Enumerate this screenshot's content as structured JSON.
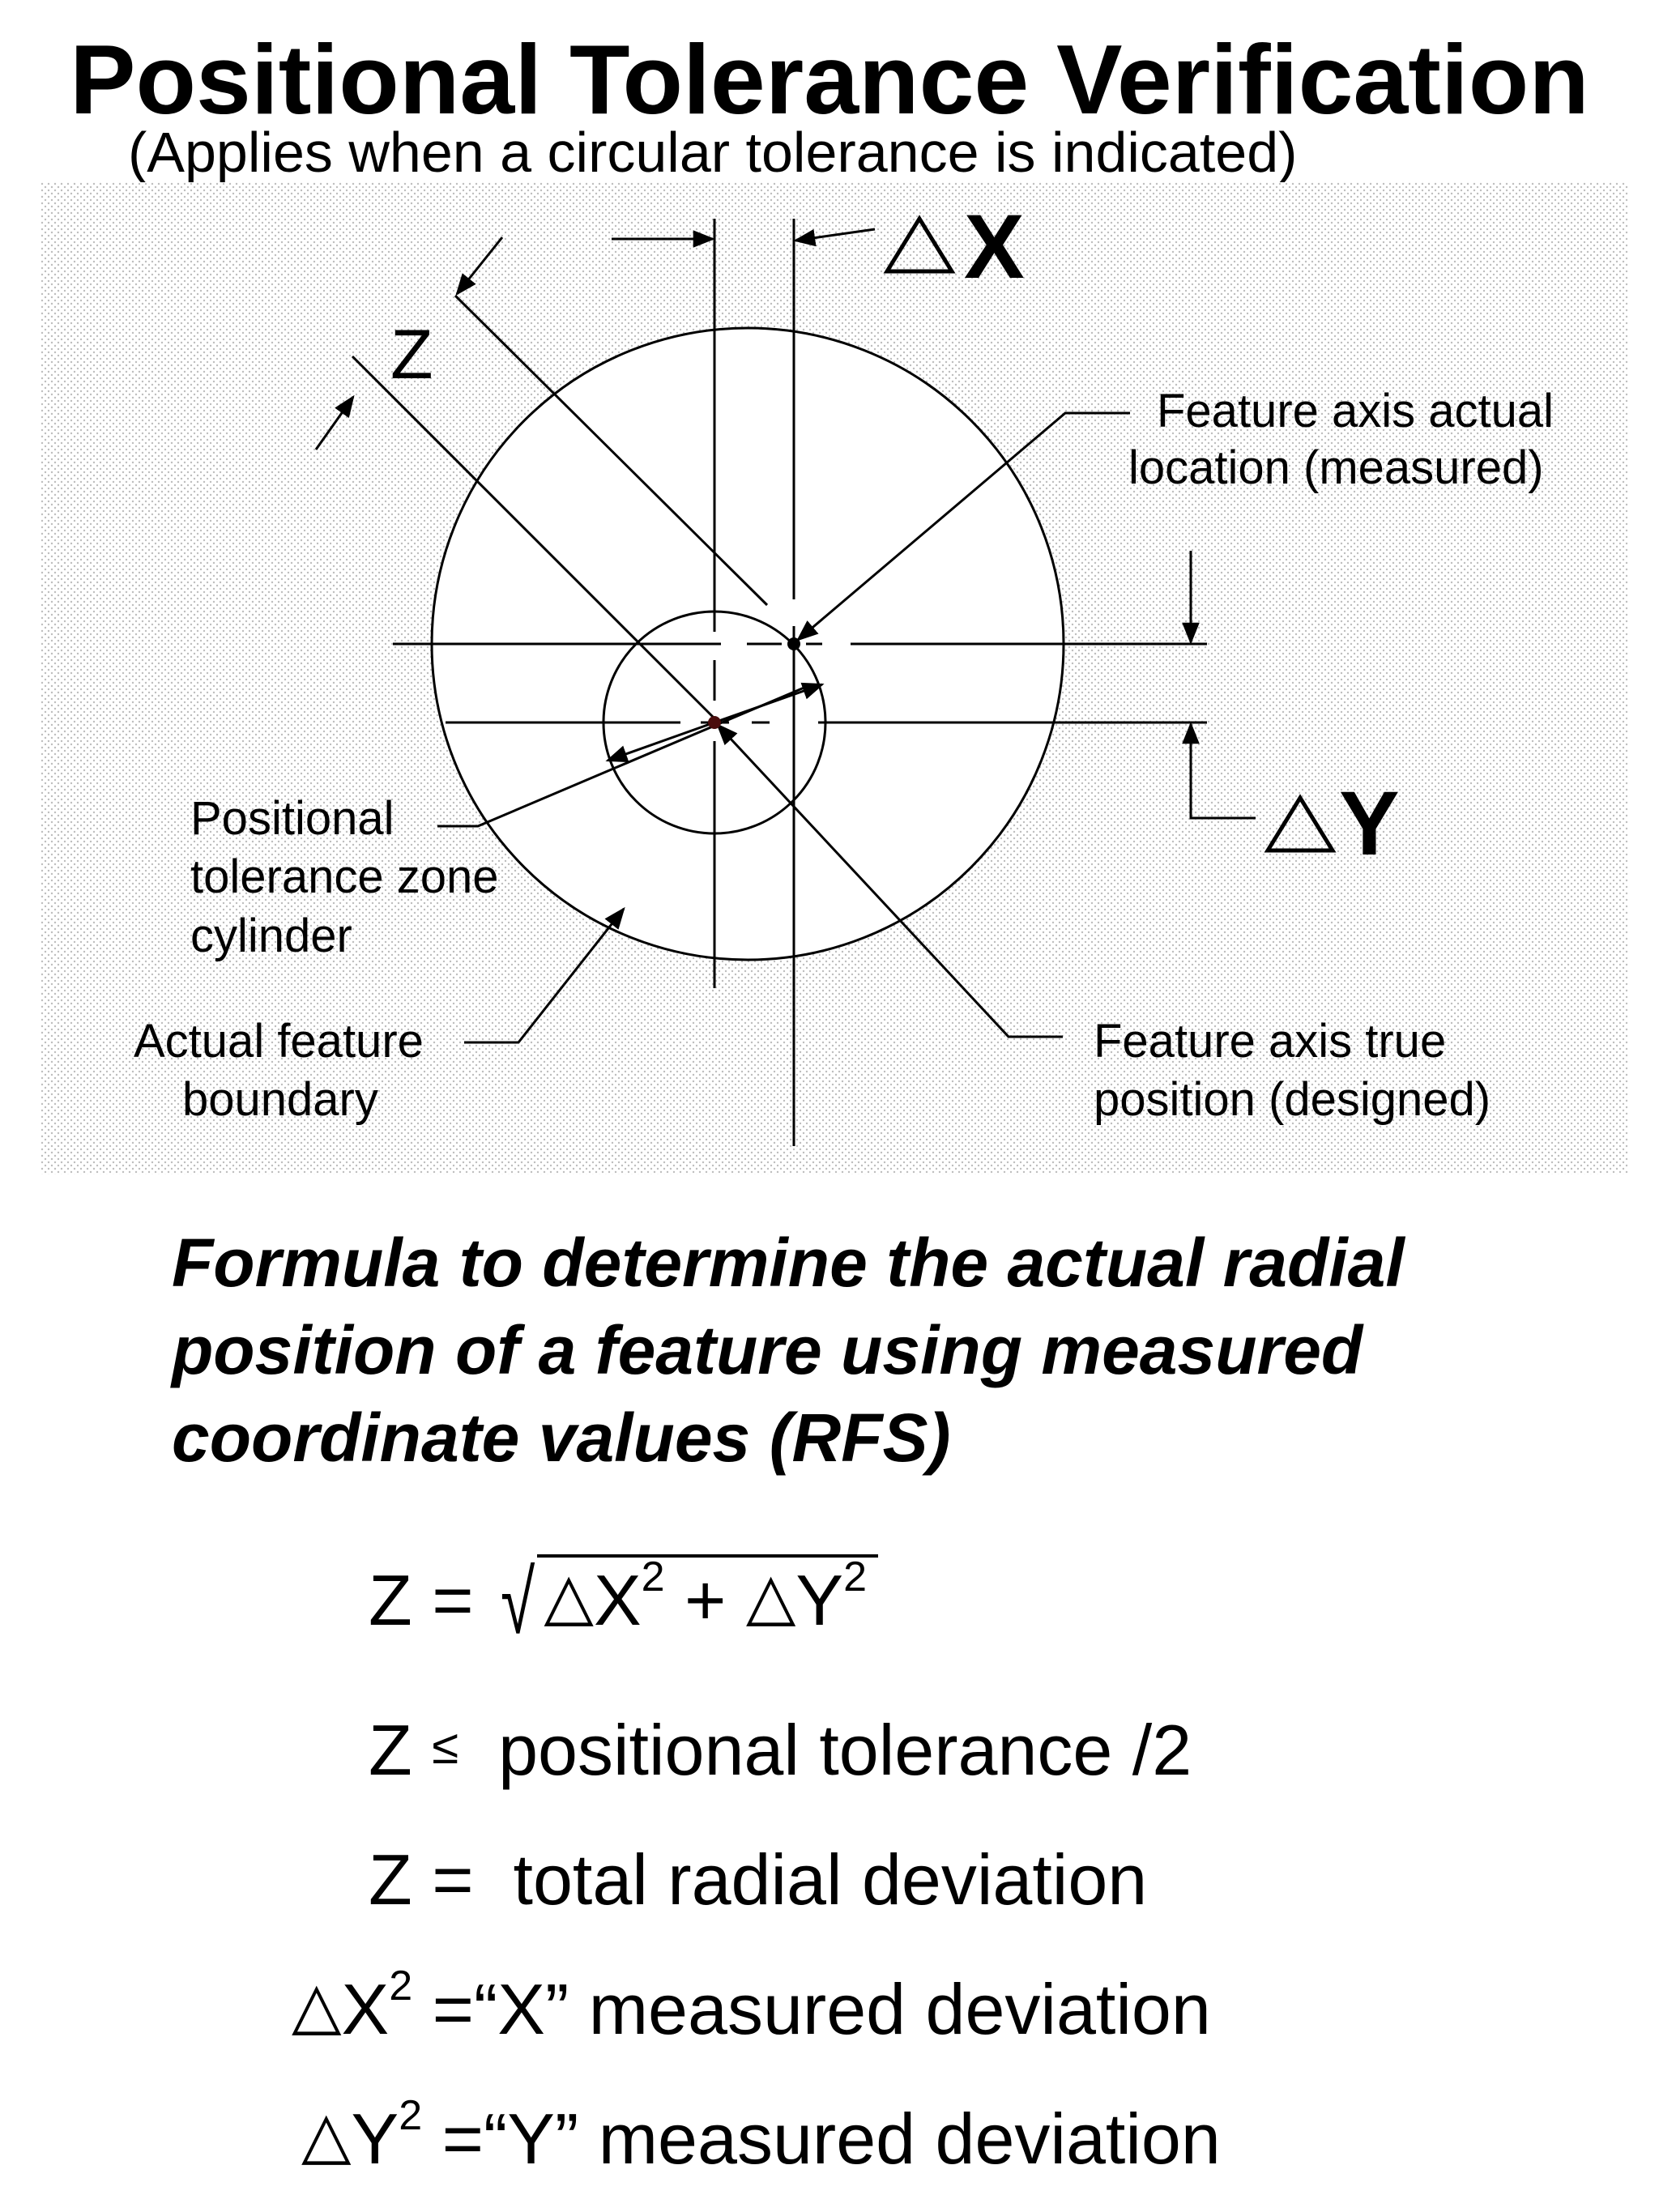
{
  "title": "Positional Tolerance Verification",
  "subtitle": "(Applies when a circular tolerance is indicated)",
  "diagram": {
    "delta_x_label": "X",
    "delta_y_label": "Y",
    "z_label": "Z",
    "delta_symbol": "triangle",
    "labels": {
      "actual_location_line1": "Feature axis actual",
      "actual_location_line2": "location (measured)",
      "tolerance_zone_line1": "Positional",
      "tolerance_zone_line2": "tolerance  zone",
      "tolerance_zone_line3": "cylinder",
      "boundary_line1": "Actual feature",
      "boundary_line2": "boundary",
      "true_position_line1": "Feature axis true",
      "true_position_line2": "position (designed)"
    },
    "background": "#f2f2f2"
  },
  "heading": "Formula to determine the actual radial position of a feature using measured coordinate values (RFS)",
  "formulas": {
    "f1_lhs": "Z =",
    "f1_dx": "X",
    "f1_exp1": "2",
    "f1_plus": "+",
    "f1_dy": "Y",
    "f1_exp2": "2",
    "f2_lhs": "Z",
    "f2_op": "≤",
    "f2_rhs": "positional tolerance /2",
    "f3_lhs": "Z =",
    "f3_rhs": "total radial deviation",
    "f4_var": "X",
    "f4_exp": "2",
    "f4_eq": "=",
    "f4_rhs": "“X” measured deviation",
    "f5_var": "Y",
    "f5_exp": "2",
    "f5_eq": "=",
    "f5_rhs": "“Y” measured deviation"
  }
}
